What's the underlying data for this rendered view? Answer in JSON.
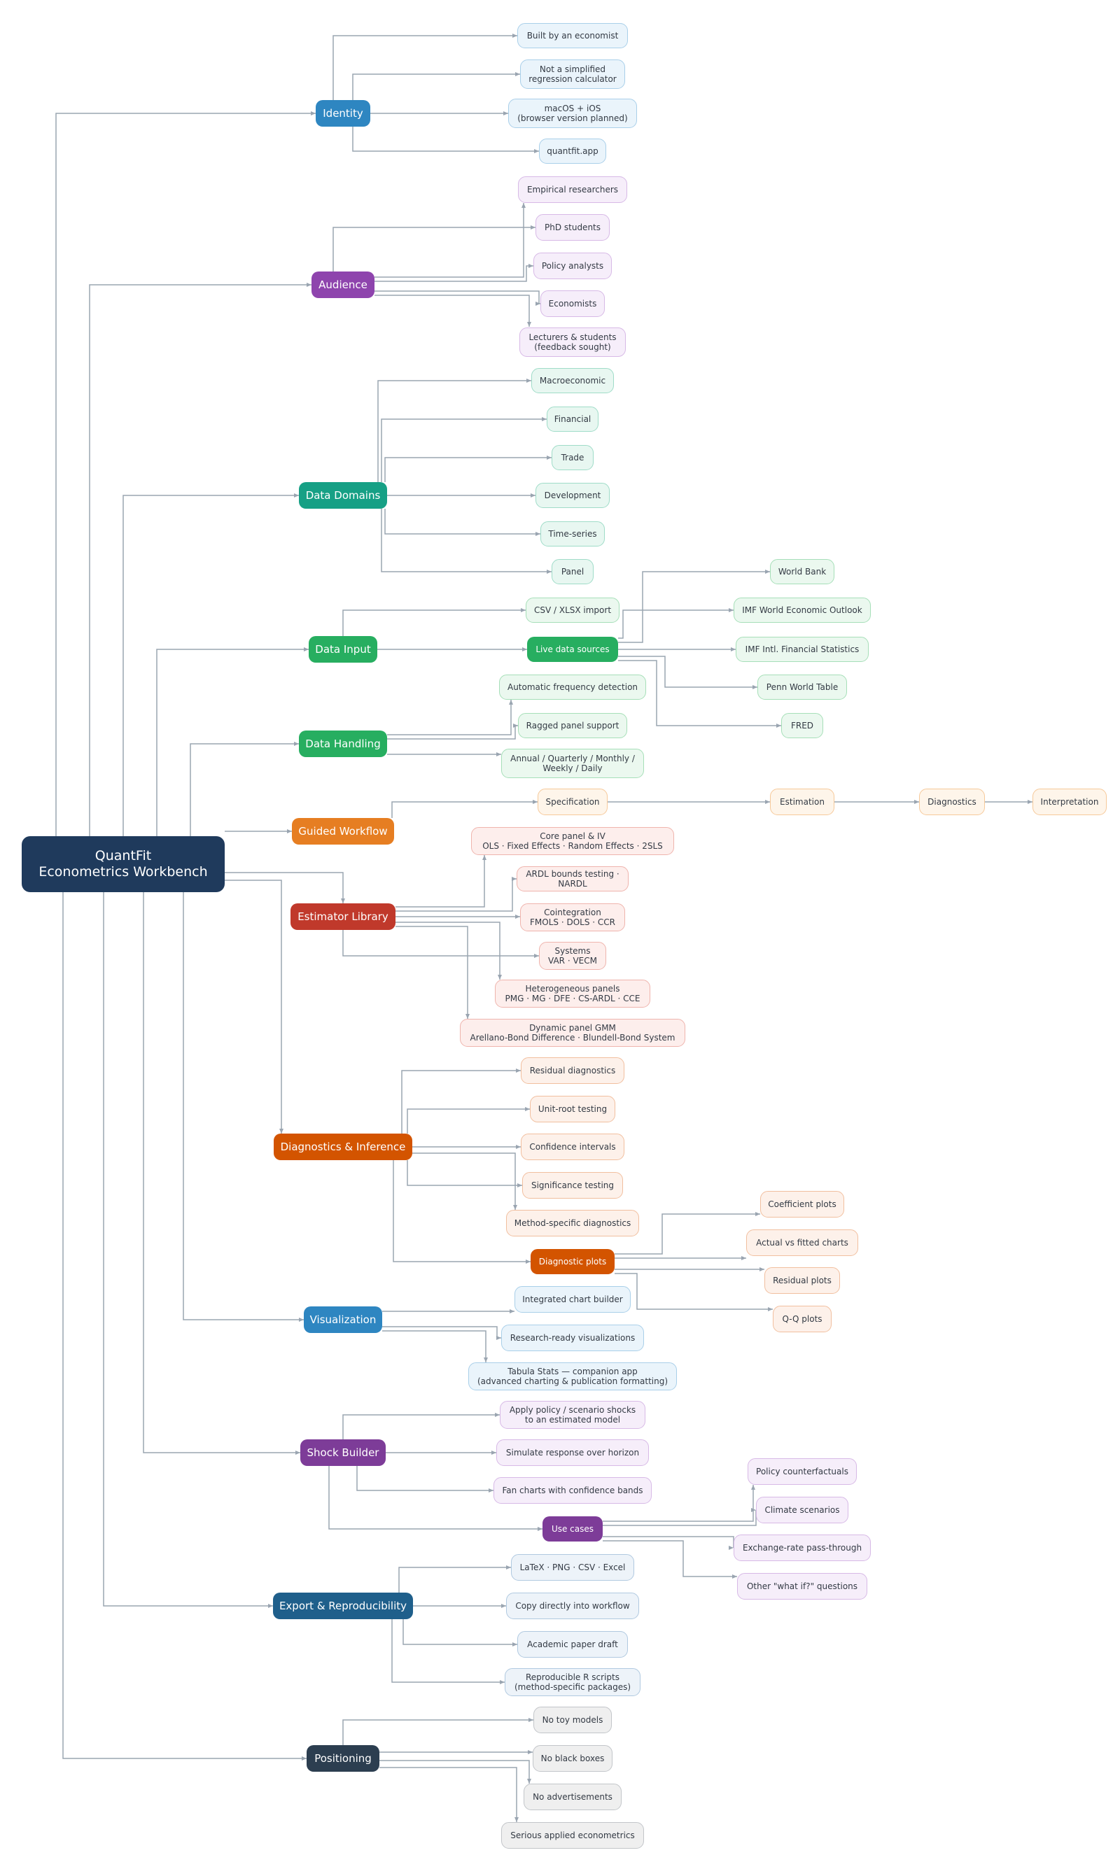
{
  "colors": {
    "root": "#1f3a5c",
    "edge": "#9aa5b1",
    "identity": "#2e86c1",
    "identity_light": "#eaf4fb",
    "identity_border": "#a9cfe9",
    "audience": "#8e44ad",
    "audience_light": "#f6eefa",
    "audience_border": "#d7b9e6",
    "data_domains": "#16a085",
    "data_domains_light": "#e8f7f1",
    "data_domains_border": "#9fdcc8",
    "data": "#27ae60",
    "data_light": "#ebf8ef",
    "data_border": "#a6dfb8",
    "workflow": "#e67e22",
    "workflow_light": "#fef5ea",
    "workflow_border": "#f6c99a",
    "estimator": "#c0392b",
    "estimator_light": "#fdeeec",
    "estimator_border": "#efb4ad",
    "diagnostics": "#d35400",
    "diagnostics_light": "#fdf1ea",
    "diagnostics_border": "#f1bf9f",
    "visualization": "#2e86c1",
    "shock": "#7d3c98",
    "shock_light": "#f6eefa",
    "shock_border": "#d7b9e6",
    "export": "#1f5f8b",
    "export_light": "#edf3f9",
    "export_border": "#b0c9e0",
    "positioning": "#2c3e50",
    "positioning_light": "#efefef",
    "positioning_border": "#c2c5c9"
  },
  "root": "QuantFit\nEconometrics Workbench",
  "identity": {
    "label": "Identity",
    "items": [
      "Built by an economist",
      "Not a simplified\nregression calculator",
      "macOS + iOS\n(browser version planned)",
      "quantfit.app"
    ]
  },
  "audience": {
    "label": "Audience",
    "items": [
      "Empirical researchers",
      "PhD students",
      "Policy analysts",
      "Economists",
      "Lecturers & students\n(feedback sought)"
    ]
  },
  "data_domains": {
    "label": "Data Domains",
    "items": [
      "Macroeconomic",
      "Financial",
      "Trade",
      "Development",
      "Time-series",
      "Panel"
    ]
  },
  "data_input": {
    "label": "Data Input",
    "items": [
      "CSV / XLSX import"
    ],
    "live": {
      "label": "Live data sources",
      "items": [
        "World Bank",
        "IMF World Economic Outlook",
        "IMF Intl. Financial Statistics",
        "Penn World Table",
        "FRED"
      ]
    }
  },
  "data_handling": {
    "label": "Data Handling",
    "items": [
      "Automatic frequency detection",
      "Ragged panel support",
      "Annual / Quarterly / Monthly /\nWeekly / Daily"
    ]
  },
  "workflow": {
    "label": "Guided Workflow",
    "steps": [
      "Specification",
      "Estimation",
      "Diagnostics",
      "Interpretation"
    ]
  },
  "estimators": {
    "label": "Estimator Library",
    "items": [
      "Core panel & IV\nOLS · Fixed Effects · Random Effects · 2SLS",
      "ARDL bounds testing · NARDL",
      "Cointegration\nFMOLS · DOLS · CCR",
      "Systems\nVAR · VECM",
      "Heterogeneous panels\nPMG · MG · DFE · CS-ARDL · CCE",
      "Dynamic panel GMM\nArellano-Bond Difference · Blundell-Bond System"
    ]
  },
  "diagnostics": {
    "label": "Diagnostics & Inference",
    "items": [
      "Residual diagnostics",
      "Unit-root testing",
      "Confidence intervals",
      "Significance testing",
      "Method-specific diagnostics"
    ],
    "plots": {
      "label": "Diagnostic plots",
      "items": [
        "Coefficient plots",
        "Actual vs fitted charts",
        "Residual plots",
        "Q-Q plots"
      ]
    }
  },
  "visualization": {
    "label": "Visualization",
    "items": [
      "Integrated chart builder",
      "Research-ready visualizations",
      "Tabula Stats — companion app\n(advanced charting & publication formatting)"
    ]
  },
  "shock": {
    "label": "Shock Builder",
    "items": [
      "Apply policy / scenario shocks\nto an estimated model",
      "Simulate response over horizon",
      "Fan charts with confidence bands"
    ],
    "use_cases": {
      "label": "Use cases",
      "items": [
        "Policy counterfactuals",
        "Climate scenarios",
        "Exchange-rate pass-through",
        "Other \"what if?\" questions"
      ]
    }
  },
  "export": {
    "label": "Export & Reproducibility",
    "items": [
      "LaTeX · PNG · CSV · Excel",
      "Copy directly into workflow",
      "Academic paper draft",
      "Reproducible R scripts\n(method-specific packages)"
    ]
  },
  "positioning": {
    "label": "Positioning",
    "items": [
      "No toy models",
      "No black boxes",
      "No advertisements",
      "Serious applied econometrics"
    ]
  }
}
